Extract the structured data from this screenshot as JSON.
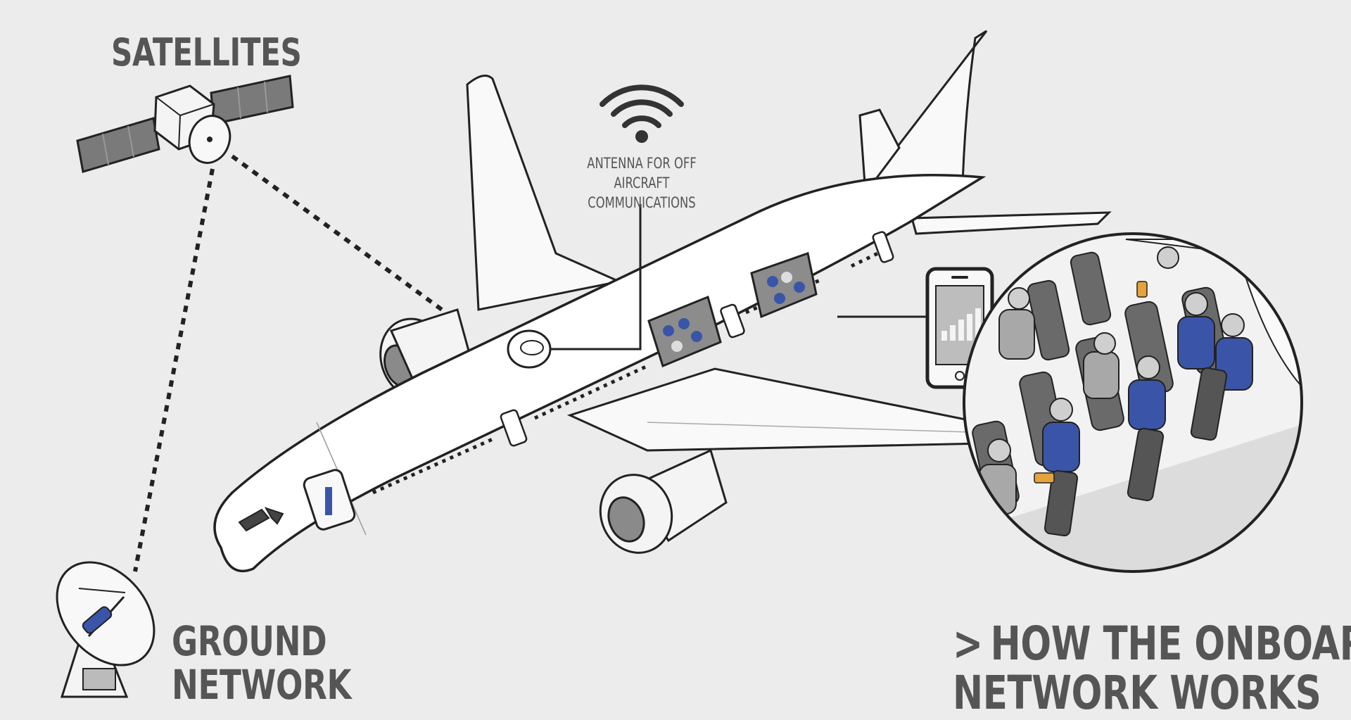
{
  "labels": {
    "satellites": "SATELLITES",
    "ground_line1": "GROUND",
    "ground_line2": "NETWORK",
    "antenna_line1": "ANTENNA FOR OFF AIRCRAFT",
    "antenna_line2": "COMMUNICATIONS",
    "how_arrow": ">",
    "how_line1": "HOW THE ONBOARD",
    "how_line2": "NETWORK WORKS"
  },
  "icons": [
    "satellite-icon",
    "ground-dish-icon",
    "wifi-icon",
    "airplane-icon",
    "smartphone-icon",
    "cabin-passengers-icon"
  ],
  "colors": {
    "background": "#ececec",
    "label_text": "#555555",
    "line": "#222222",
    "passenger_shirt": "#3a55a8",
    "seat": "#6a6a6a"
  }
}
